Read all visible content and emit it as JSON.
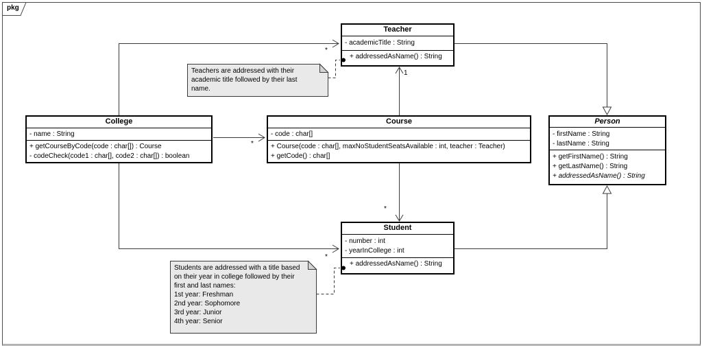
{
  "frame": {
    "tag": "pkg"
  },
  "classes": {
    "college": {
      "name": "College",
      "attributes": [
        "- name : String"
      ],
      "operations": [
        "+ getCourseByCode(code : char[]) : Course",
        "- codeCheck(code1 : char[], code2 : char[]) : boolean"
      ]
    },
    "course": {
      "name": "Course",
      "attributes": [
        "- code : char[]"
      ],
      "operations": [
        "+ Course(code : char[], maxNoStudentSeatsAvailable : int, teacher : Teacher)",
        "+ getCode() : char[]"
      ]
    },
    "teacher": {
      "name": "Teacher",
      "attributes": [
        "- academicTitle : String"
      ],
      "operations": [
        "+ addressedAsName() : String"
      ]
    },
    "student": {
      "name": "Student",
      "attributes": [
        "- number : int",
        "- yearInCollege : int"
      ],
      "operations": [
        "+ addressedAsName() : String"
      ]
    },
    "person": {
      "name": "Person",
      "abstract": true,
      "attributes": [
        "- firstName : String",
        "- lastName : String"
      ],
      "operations": [
        "+ getFirstName() : String",
        "+ getLastName() : String",
        "+ addressedAsName() : String"
      ]
    }
  },
  "notes": {
    "teacher_note": {
      "text": "Teachers are addressed with their\nacademic title followed by their last\nname."
    },
    "student_note": {
      "text": "Students are addressed with a title based\non their year in college followed by their\nfirst and last names:\n1st year: Freshman\n2nd year: Sophomore\n3rd year: Junior\n4th year: Senior"
    }
  },
  "relationships": [
    {
      "from": "College",
      "to": "Teacher",
      "type": "association-arrow",
      "target_multiplicity": "*"
    },
    {
      "from": "College",
      "to": "Course",
      "type": "association-arrow",
      "target_multiplicity": "*"
    },
    {
      "from": "College",
      "to": "Student",
      "type": "association-arrow",
      "target_multiplicity": "*"
    },
    {
      "from": "Course",
      "to": "Teacher",
      "type": "association-arrow",
      "target_multiplicity": "1"
    },
    {
      "from": "Course",
      "to": "Student",
      "type": "association-arrow",
      "target_multiplicity": "*"
    },
    {
      "from": "Teacher",
      "to": "Person",
      "type": "generalization"
    },
    {
      "from": "Student",
      "to": "Person",
      "type": "generalization"
    },
    {
      "from": "note-teachers",
      "to": "Teacher.addressedAsName",
      "type": "note-attachment"
    },
    {
      "from": "note-students",
      "to": "Student.addressedAsName",
      "type": "note-attachment"
    }
  ],
  "colors": {
    "background": "#ffffff",
    "box_fill": "#ffffff",
    "box_border": "#000000",
    "line": "#3a3a3a",
    "note_fill": "#e9e9e9",
    "note_fold": "#d4d4d4",
    "frame_border": "#4a4a4a"
  }
}
